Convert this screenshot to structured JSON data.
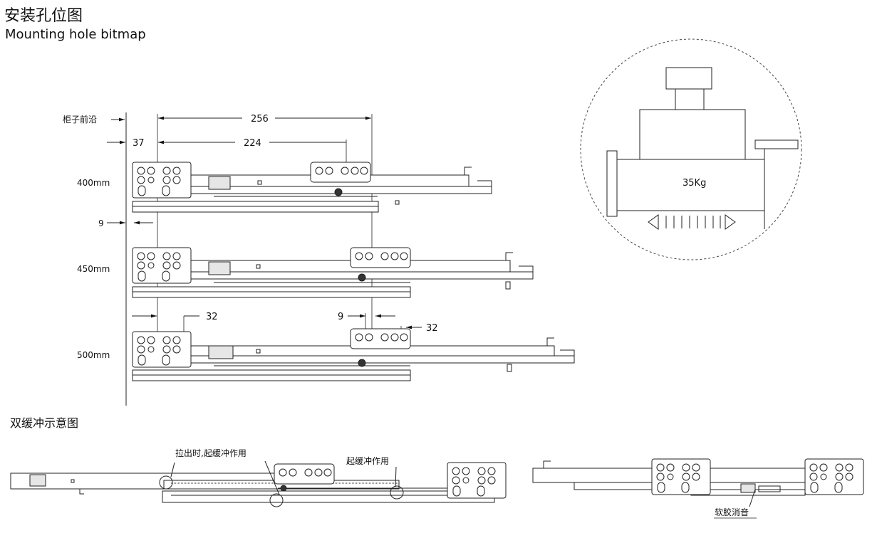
{
  "header": {
    "title_cn": "安装孔位图",
    "title_en": "Mounting hole bitmap"
  },
  "mounting": {
    "cabinet_front_label": "柜子前沿",
    "dims": {
      "d256": "256",
      "d224": "224",
      "d37": "37",
      "d9_left": "9",
      "d32_left": "32",
      "d9_right": "9",
      "d32_right": "32"
    },
    "rows": [
      {
        "label": "400mm"
      },
      {
        "label": "450mm"
      },
      {
        "label": "500mm"
      }
    ]
  },
  "load": {
    "weight_label": "35Kg"
  },
  "double_buffer": {
    "section_title": "双缓冲示意图",
    "pull_out_label": "拉出时,起缓冲作用",
    "buffer_label": "起缓冲作用",
    "soft_rubber_label": "软胶消音"
  }
}
